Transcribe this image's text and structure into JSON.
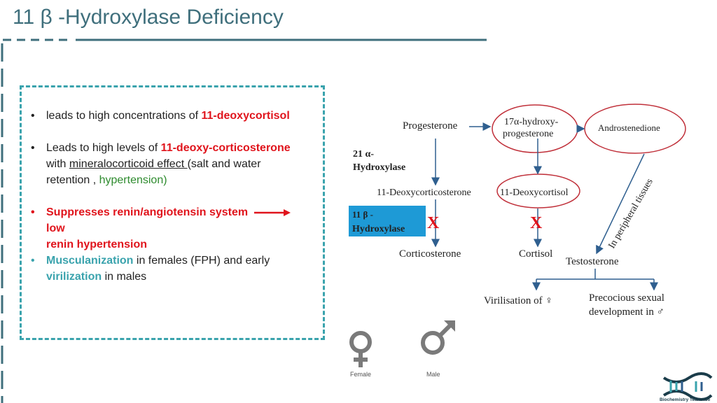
{
  "title": "11 β -Hydroxylase Deficiency",
  "bullets": {
    "b1": {
      "marker": "•",
      "pre": "leads to high concentrations of ",
      "highlight": "11-deoxycortisol"
    },
    "b2": {
      "marker": "•",
      "pre": "Leads to high levels of ",
      "highlight": "11-deoxy-corticosterone",
      "line2_pre": "with ",
      "underlined": "mineralocorticoid effect ",
      "line2_post": "(salt and water",
      "line3_pre": "retention , ",
      "green": "hypertension)"
    },
    "b3": {
      "marker": "•",
      "text1": "Suppresses renin/angiotensin system",
      "text2": "low",
      "text3": "renin hypertension"
    },
    "b4": {
      "marker": "•",
      "t1": "Musculanization",
      "t2": " in females (FPH) and early",
      "t3": "virilization",
      "t4": " in males"
    }
  },
  "diagram": {
    "progesterone": "Progesterone",
    "hydroxyprogesterone_1": "17α-hydroxy-",
    "hydroxyprogesterone_2": "progesterone",
    "androstenedione": "Androstenedione",
    "enzyme21_1": "21 α-",
    "enzyme21_2": "Hydroxylase",
    "deoxycorticosterone": "11-Deoxycorticosterone",
    "deoxycortisol": "11-Deoxycortisol",
    "enzyme11_1": "11 β -",
    "enzyme11_2": "Hydroxylase",
    "block_mark": "X",
    "corticosterone": "Corticosterone",
    "cortisol": "Cortisol",
    "testosterone": "Testosterone",
    "peripheral": "In peripheral tissues",
    "virilisation": "Virilisation of ♀",
    "precocious_1": "Precocious sexual",
    "precocious_2": "development in ♂"
  },
  "symbols": {
    "female_label": "Female",
    "male_label": "Male"
  },
  "logo": {
    "text": "Biochemistry Team 436"
  },
  "colors": {
    "title": "#3f6f7c",
    "accent_teal": "#3aa3ad",
    "highlight_red": "#e0141c",
    "enzyme_box": "#1e9ad6",
    "ellipse_red": "#c0303a",
    "arrow_blue": "#2f5f8f",
    "symbol_gray": "#7a7a7a",
    "green": "#2e8b2e"
  }
}
